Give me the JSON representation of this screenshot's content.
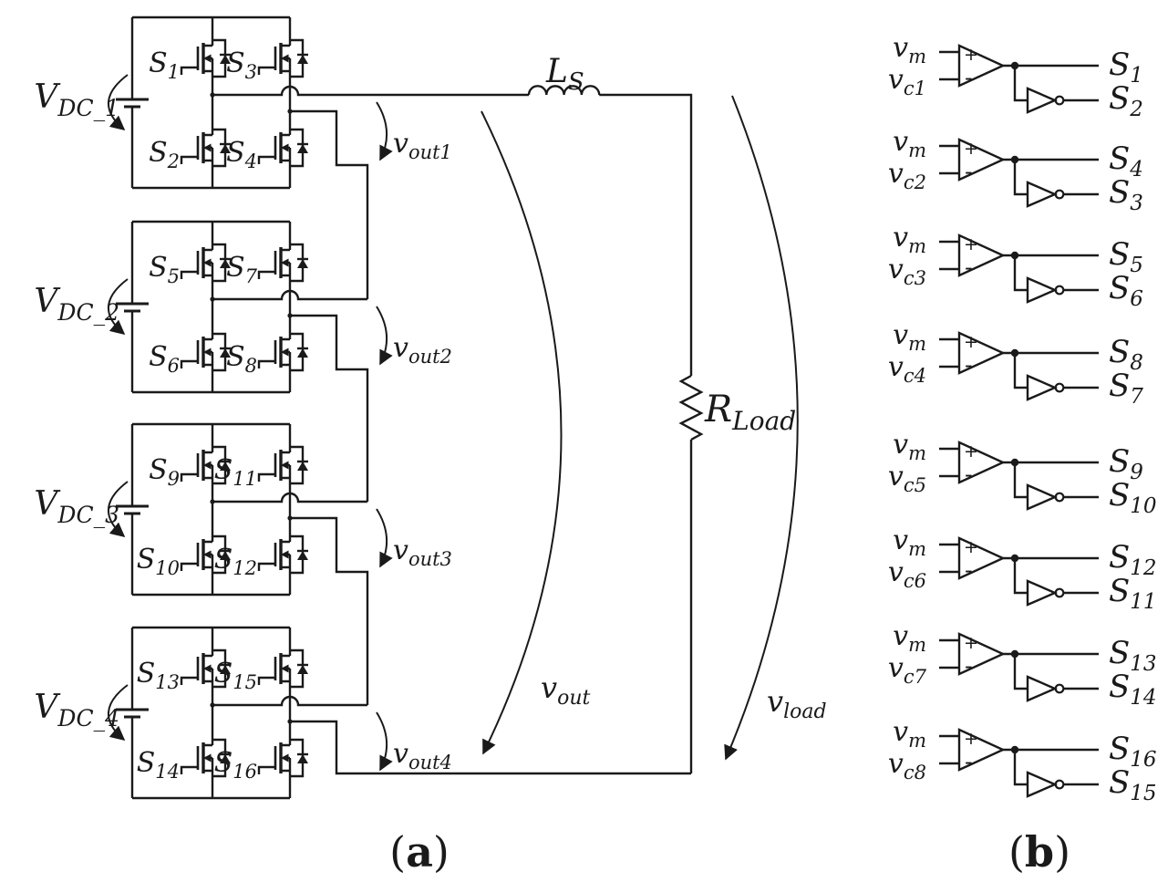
{
  "colors": {
    "ink": "#1a1a1a",
    "background": "#ffffff"
  },
  "figure": {
    "panel_a_caption": {
      "open": "(",
      "letter": "a",
      "close": ")"
    },
    "panel_b_caption": {
      "open": "(",
      "letter": "b",
      "close": ")"
    }
  },
  "panel_a": {
    "inductor_label": {
      "main": "L",
      "sub": "S"
    },
    "load_label": {
      "main": "R",
      "sub": "Load"
    },
    "output_voltage_label": {
      "main": "v",
      "sub": "out"
    },
    "load_voltage_label": {
      "main": "v",
      "sub": "load"
    },
    "bridges": [
      {
        "source": {
          "main": "V",
          "sub": "DC_1"
        },
        "switches": [
          {
            "main": "S",
            "sub": "1"
          },
          {
            "main": "S",
            "sub": "2"
          },
          {
            "main": "S",
            "sub": "3"
          },
          {
            "main": "S",
            "sub": "4"
          }
        ],
        "vout": {
          "main": "v",
          "sub": "out1"
        }
      },
      {
        "source": {
          "main": "V",
          "sub": "DC_2"
        },
        "switches": [
          {
            "main": "S",
            "sub": "5"
          },
          {
            "main": "S",
            "sub": "6"
          },
          {
            "main": "S",
            "sub": "7"
          },
          {
            "main": "S",
            "sub": "8"
          }
        ],
        "vout": {
          "main": "v",
          "sub": "out2"
        }
      },
      {
        "source": {
          "main": "V",
          "sub": "DC_3"
        },
        "switches": [
          {
            "main": "S",
            "sub": "9"
          },
          {
            "main": "S",
            "sub": "10"
          },
          {
            "main": "S",
            "sub": "11"
          },
          {
            "main": "S",
            "sub": "12"
          }
        ],
        "vout": {
          "main": "v",
          "sub": "out3"
        }
      },
      {
        "source": {
          "main": "V",
          "sub": "DC_4"
        },
        "switches": [
          {
            "main": "S",
            "sub": "13"
          },
          {
            "main": "S",
            "sub": "14"
          },
          {
            "main": "S",
            "sub": "15"
          },
          {
            "main": "S",
            "sub": "16"
          }
        ],
        "vout": {
          "main": "v",
          "sub": "out4"
        }
      }
    ]
  },
  "panel_b": {
    "plus_sign": "+",
    "minus_sign": "-",
    "rows": [
      {
        "input_plus": {
          "main": "v",
          "sub": "m"
        },
        "input_minus": {
          "main": "v",
          "sub": "c1"
        },
        "direct_output": {
          "main": "S",
          "sub": "1"
        },
        "inverted_output": {
          "main": "S",
          "sub": "2"
        }
      },
      {
        "input_plus": {
          "main": "v",
          "sub": "m"
        },
        "input_minus": {
          "main": "v",
          "sub": "c2"
        },
        "direct_output": {
          "main": "S",
          "sub": "4"
        },
        "inverted_output": {
          "main": "S",
          "sub": "3"
        }
      },
      {
        "input_plus": {
          "main": "v",
          "sub": "m"
        },
        "input_minus": {
          "main": "v",
          "sub": "c3"
        },
        "direct_output": {
          "main": "S",
          "sub": "5"
        },
        "inverted_output": {
          "main": "S",
          "sub": "6"
        }
      },
      {
        "input_plus": {
          "main": "v",
          "sub": "m"
        },
        "input_minus": {
          "main": "v",
          "sub": "c4"
        },
        "direct_output": {
          "main": "S",
          "sub": "8"
        },
        "inverted_output": {
          "main": "S",
          "sub": "7"
        }
      },
      {
        "input_plus": {
          "main": "v",
          "sub": "m"
        },
        "input_minus": {
          "main": "v",
          "sub": "c5"
        },
        "direct_output": {
          "main": "S",
          "sub": "9"
        },
        "inverted_output": {
          "main": "S",
          "sub": "10"
        }
      },
      {
        "input_plus": {
          "main": "v",
          "sub": "m"
        },
        "input_minus": {
          "main": "v",
          "sub": "c6"
        },
        "direct_output": {
          "main": "S",
          "sub": "12"
        },
        "inverted_output": {
          "main": "S",
          "sub": "11"
        }
      },
      {
        "input_plus": {
          "main": "v",
          "sub": "m"
        },
        "input_minus": {
          "main": "v",
          "sub": "c7"
        },
        "direct_output": {
          "main": "S",
          "sub": "13"
        },
        "inverted_output": {
          "main": "S",
          "sub": "14"
        }
      },
      {
        "input_plus": {
          "main": "v",
          "sub": "m"
        },
        "input_minus": {
          "main": "v",
          "sub": "c8"
        },
        "direct_output": {
          "main": "S",
          "sub": "16"
        },
        "inverted_output": {
          "main": "S",
          "sub": "15"
        }
      }
    ]
  }
}
